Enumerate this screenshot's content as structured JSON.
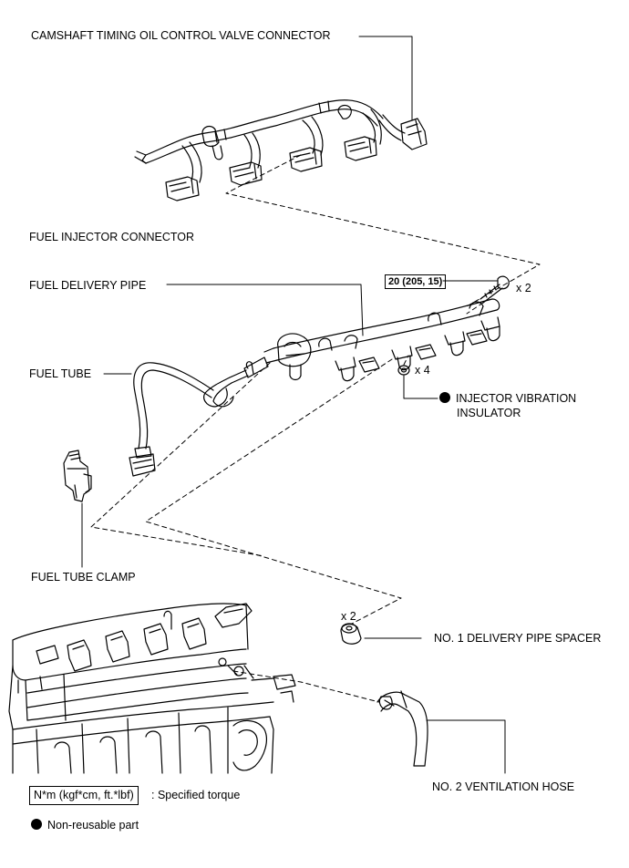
{
  "labels": {
    "camshaft": "CAMSHAFT TIMING OIL CONTROL VALVE CONNECTOR",
    "injector_connector": "FUEL INJECTOR CONNECTOR",
    "delivery_pipe": "FUEL DELIVERY PIPE",
    "fuel_tube": "FUEL TUBE",
    "vibration_insulator_line1": "INJECTOR VIBRATION",
    "vibration_insulator_line2": "INSULATOR",
    "fuel_tube_clamp": "FUEL TUBE CLAMP",
    "spacer": "NO. 1 DELIVERY PIPE SPACER",
    "ventilation_hose": "NO. 2 VENTILATION HOSE"
  },
  "torque": "20 (205, 15)",
  "quantities": {
    "bolt": "x 2",
    "insulator": "x 4",
    "spacer": "x 2"
  },
  "legend": {
    "torque_box": "N*m (kgf*cm, ft.*lbf)",
    "torque_text": ": Specified torque",
    "nonreusable_text": "Non-reusable part"
  }
}
